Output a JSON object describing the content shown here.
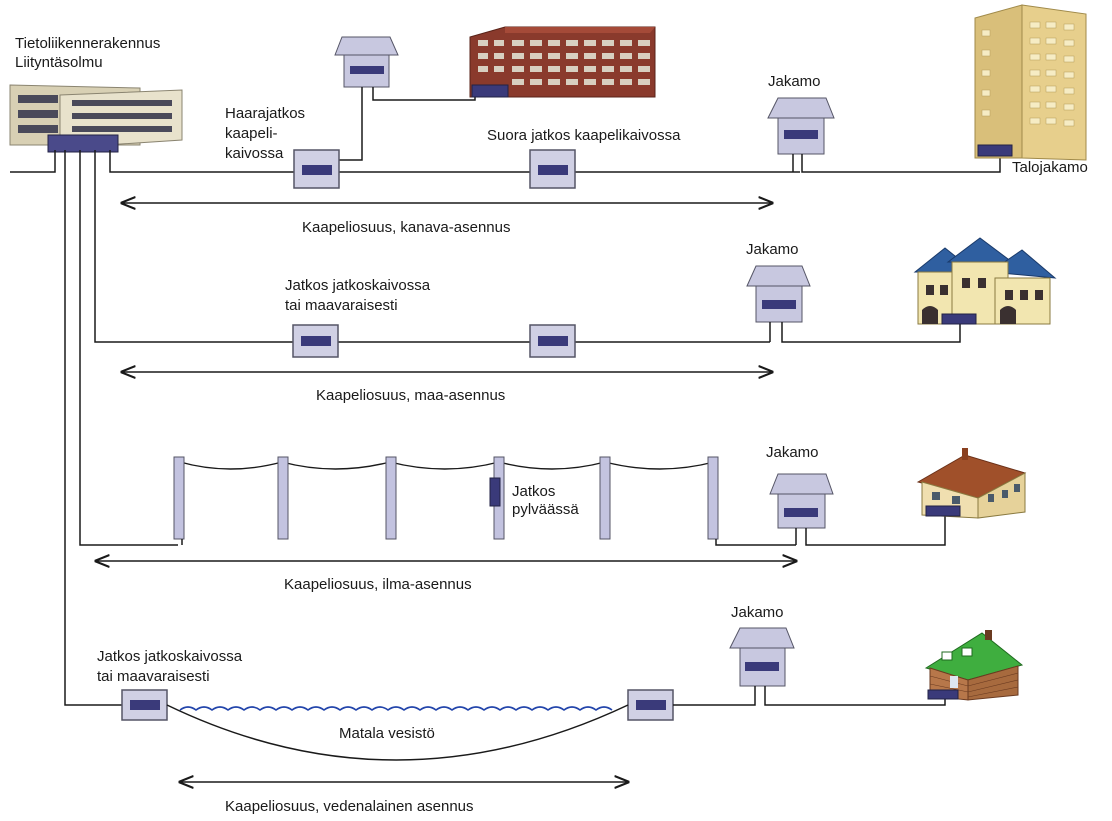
{
  "labels": {
    "exchange_line1": "Tietoliikennerakennus",
    "exchange_line2": "Liityntäsolmu",
    "branch_line1": "Haarajatkos",
    "branch_line2": "kaapeli-",
    "branch_line3": "kaivossa",
    "straight_splice": "Suora jatkos kaapelikaivossa",
    "jakamo_1": "Jakamo",
    "talojakamo": "Talojakamo",
    "route_duct": "Kaapeliosuus, kanava-asennus",
    "jakamo_2": "Jakamo",
    "ground_splice_line1": "Jatkos jatkoskaivossa",
    "ground_splice_line2": "tai maavaraisesti",
    "route_ground": "Kaapeliosuus, maa-asennus",
    "jakamo_3": "Jakamo",
    "pole_splice_line1": "Jatkos",
    "pole_splice_line2": "pylväässä",
    "route_aerial": "Kaapeliosuus, ilma-asennus",
    "jakamo_4": "Jakamo",
    "water_splice_line1": "Jatkos jatkoskaivossa",
    "water_splice_line2": "tai maavaraisesti",
    "shallow_water": "Matala vesistö",
    "route_underwater": "Kaapeliosuus, vedenalainen asennus"
  },
  "colors": {
    "line": "#1a1a1a",
    "box_fill": "#c8c8e0",
    "box_stroke": "#555566",
    "connector": "#3a3a7a",
    "pole": "#c3c3e0",
    "water": "#2244aa",
    "apartment": "#8a3a2c",
    "tower": "#d9bf7a",
    "house_roof_blue": "#2f5fa0",
    "house_wall": "#f2e6b0",
    "cottage_roof_green": "#3fae3f",
    "cottage_wall": "#b7774a"
  }
}
